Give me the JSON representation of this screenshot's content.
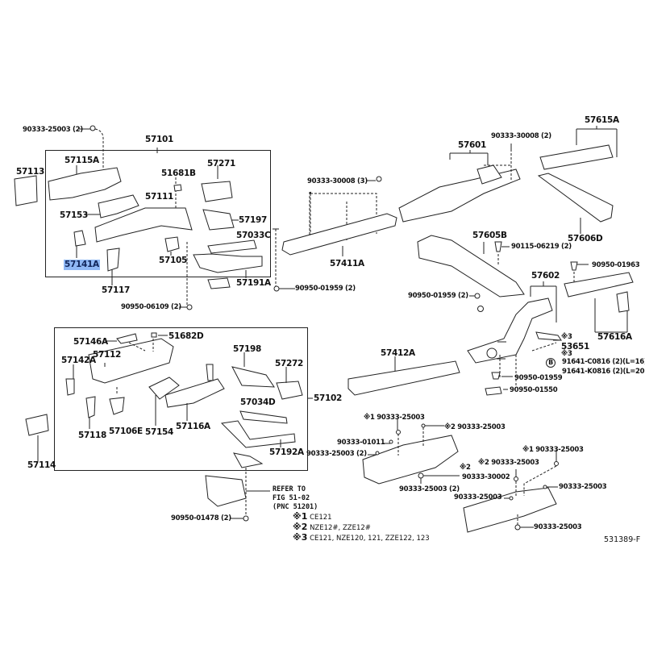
{
  "diagram": {
    "code": "531389-F",
    "highlight_color": "#8fb8f5",
    "groups": {
      "upper_left_box": "57101",
      "lower_left_box": "57102"
    },
    "parts": [
      {
        "id": "p-57101",
        "label": "57101"
      },
      {
        "id": "p-57113",
        "label": "57113"
      },
      {
        "id": "p-57115a",
        "label": "57115A"
      },
      {
        "id": "p-57153",
        "label": "57153"
      },
      {
        "id": "p-57141a",
        "label": "57141A",
        "highlighted": true
      },
      {
        "id": "p-57117",
        "label": "57117"
      },
      {
        "id": "p-51681b",
        "label": "51681B"
      },
      {
        "id": "p-57111",
        "label": "57111"
      },
      {
        "id": "p-57105",
        "label": "57105"
      },
      {
        "id": "p-57271",
        "label": "57271"
      },
      {
        "id": "p-57197",
        "label": "57197"
      },
      {
        "id": "p-57033c",
        "label": "57033C"
      },
      {
        "id": "p-57191a",
        "label": "57191A"
      },
      {
        "id": "p-57411a",
        "label": "57411A"
      },
      {
        "id": "p-57601",
        "label": "57601"
      },
      {
        "id": "p-57605b",
        "label": "57605B"
      },
      {
        "id": "p-57602",
        "label": "57602"
      },
      {
        "id": "p-57615a",
        "label": "57615A"
      },
      {
        "id": "p-57606d",
        "label": "57606D"
      },
      {
        "id": "p-57616a",
        "label": "57616A"
      },
      {
        "id": "p-57412a",
        "label": "57412A"
      },
      {
        "id": "p-53651",
        "label": "53651"
      },
      {
        "id": "p-57102",
        "label": "57102"
      },
      {
        "id": "p-57146a",
        "label": "57146A"
      },
      {
        "id": "p-51682d",
        "label": "51682D"
      },
      {
        "id": "p-57142a",
        "label": "57142A"
      },
      {
        "id": "p-57112",
        "label": "57112"
      },
      {
        "id": "p-57118",
        "label": "57118"
      },
      {
        "id": "p-57106e",
        "label": "57106E"
      },
      {
        "id": "p-57154",
        "label": "57154"
      },
      {
        "id": "p-57116a",
        "label": "57116A"
      },
      {
        "id": "p-57198",
        "label": "57198"
      },
      {
        "id": "p-57272",
        "label": "57272"
      },
      {
        "id": "p-57034d",
        "label": "57034D"
      },
      {
        "id": "p-57192a",
        "label": "57192A"
      },
      {
        "id": "p-57114",
        "label": "57114"
      }
    ],
    "fasteners": [
      {
        "id": "f1",
        "label": "90333-25003 (2)"
      },
      {
        "id": "f2",
        "label": "90950-06109 (2)"
      },
      {
        "id": "f3",
        "label": "90333-30008 (3)"
      },
      {
        "id": "f4",
        "label": "90950-01959 (2)"
      },
      {
        "id": "f5",
        "label": "90333-30008 (2)"
      },
      {
        "id": "f6",
        "label": "90115-06219 (2)"
      },
      {
        "id": "f7",
        "label": "90950-01959 (2)"
      },
      {
        "id": "f8",
        "label": "90950-01963"
      },
      {
        "id": "f9",
        "label": "91641-C0816 (2)(L=16)"
      },
      {
        "id": "f10",
        "label": "91641-K0816 (2)(L=20)"
      },
      {
        "id": "f11",
        "label": "90950-01959"
      },
      {
        "id": "f12",
        "label": "90950-01550"
      },
      {
        "id": "f13",
        "label": "90950-01478 (2)"
      },
      {
        "id": "f14",
        "label": "※1 90333-25003"
      },
      {
        "id": "f15",
        "label": "※2 90333-25003"
      },
      {
        "id": "f16",
        "label": "90333-01011"
      },
      {
        "id": "f17",
        "label": "90333-25003 (2)"
      },
      {
        "id": "f18",
        "label": "※2"
      },
      {
        "id": "f19",
        "label": "90333-30002"
      },
      {
        "id": "f20",
        "label": "90333-25003 (2)"
      },
      {
        "id": "f21",
        "label": "※1 90333-25003"
      },
      {
        "id": "f22",
        "label": "※2 90333-25003"
      },
      {
        "id": "f23",
        "label": "90333-25003"
      },
      {
        "id": "f24",
        "label": "90333-25003"
      },
      {
        "id": "f25",
        "label": "90333-25003"
      }
    ],
    "marks": {
      "m53651": "※3",
      "m91641": "※3",
      "circle_b": "B"
    },
    "refer": {
      "line1": "REFER TO",
      "line2": "FIG 51-02",
      "line3": "(PNC 51201)"
    },
    "legend": [
      {
        "mark": "※1",
        "text": "CE121"
      },
      {
        "mark": "※2",
        "text": "NZE12#, ZZE12#"
      },
      {
        "mark": "※3",
        "text": "CE121, NZE120, 121, ZZE122, 123"
      }
    ]
  }
}
